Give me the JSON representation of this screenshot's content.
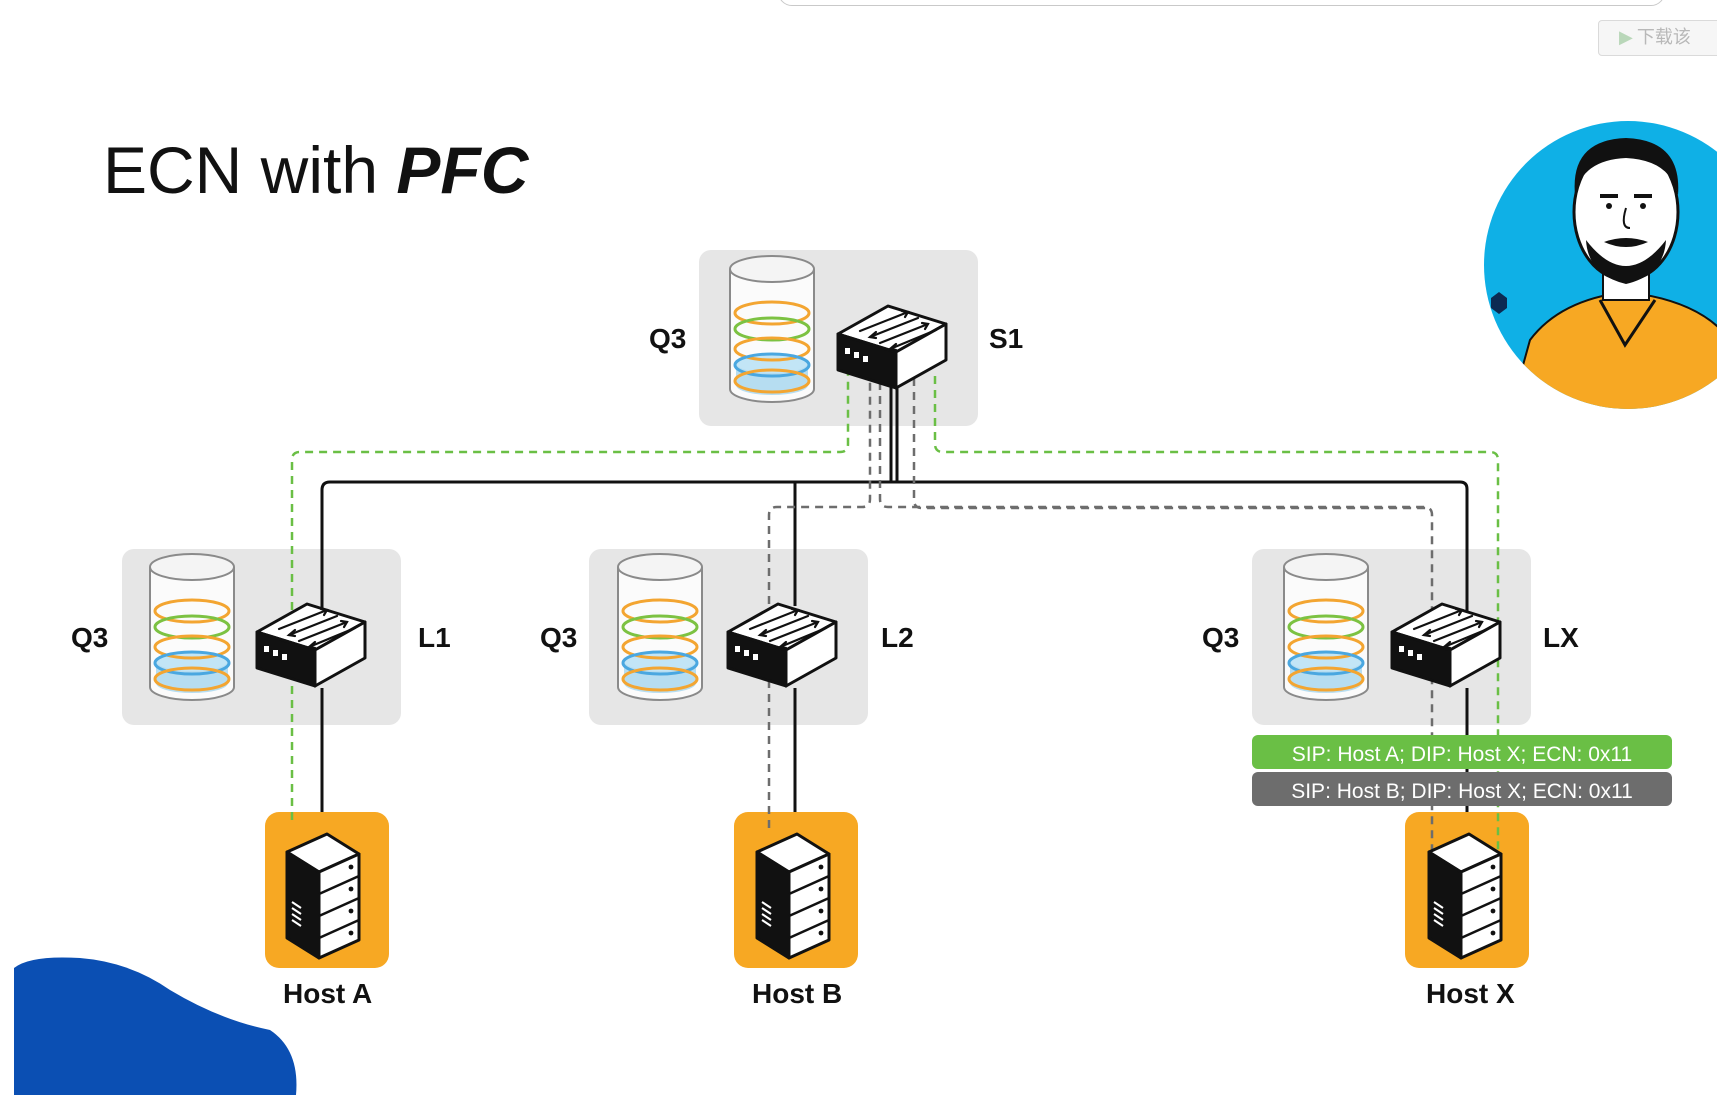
{
  "title": {
    "main": "ECN with ",
    "emphasis": "PFC"
  },
  "overlay_button": {
    "label": "下载该"
  },
  "nodes": {
    "spine": {
      "name": "S1",
      "queue": "Q3"
    },
    "leaf1": {
      "name": "L1",
      "queue": "Q3"
    },
    "leaf2": {
      "name": "L2",
      "queue": "Q3"
    },
    "leafx": {
      "name": "LX",
      "queue": "Q3"
    }
  },
  "hosts": {
    "a": {
      "label": "Host A"
    },
    "b": {
      "label": "Host B"
    },
    "x": {
      "label": "Host X"
    }
  },
  "packets": [
    {
      "text": "SIP: Host A; DIP: Host X; ECN: 0x11",
      "color": "#6abf45"
    },
    {
      "text": "SIP: Host B; DIP: Host X; ECN: 0x11",
      "color": "#6d6d6d"
    }
  ],
  "colors": {
    "accent_host": "#f7a823",
    "path_host_a": "#6abf45",
    "path_host_b": "#6d6d6d",
    "queue_ring_orange": "#f3a531",
    "queue_ring_green": "#7cc242",
    "queue_ring_blue": "#4aa7e0",
    "avatar_background": "#0fb0e6",
    "shirt": "#f7a823",
    "corner_blob": "#0b4fb3",
    "switch_panel": "#e6e6e6"
  }
}
